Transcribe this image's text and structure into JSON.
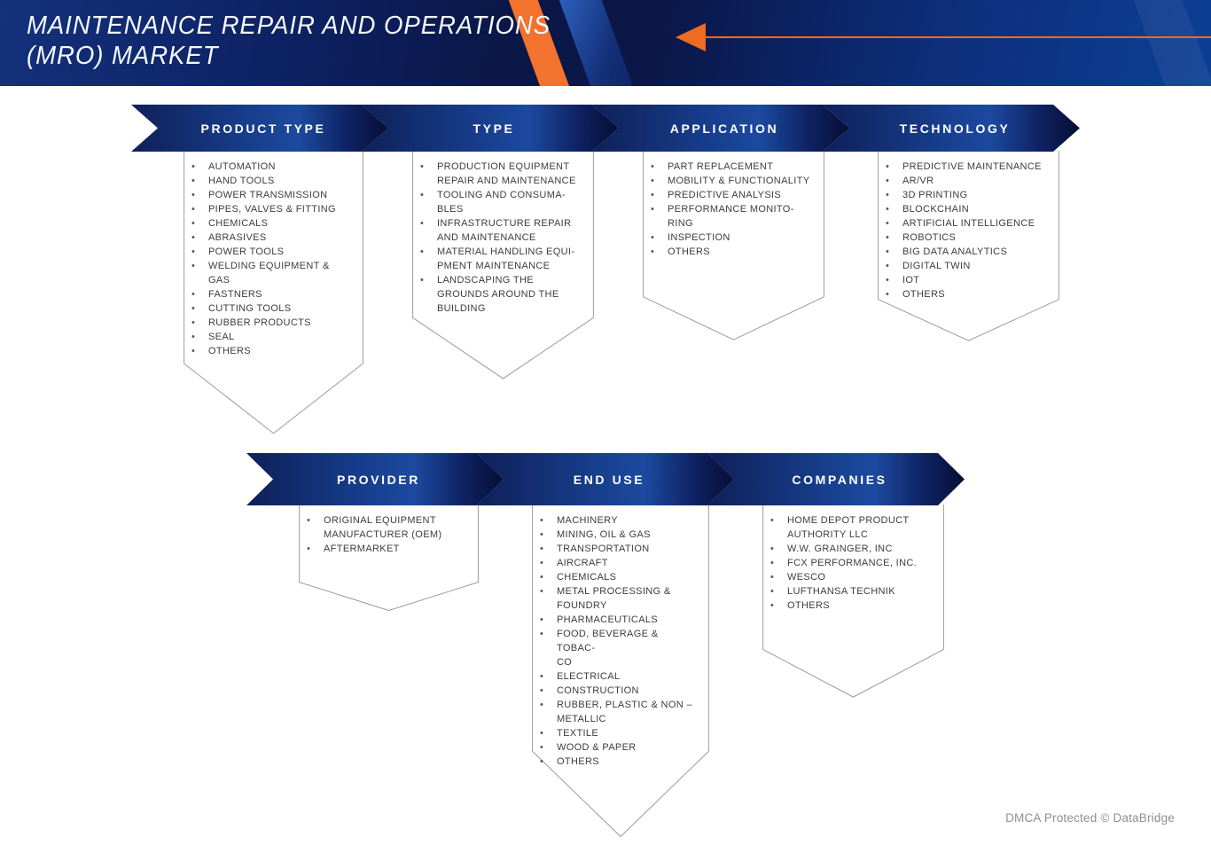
{
  "header": {
    "title": "MAINTENANCE REPAIR AND OPERATIONS\n(MRO) MARKET",
    "accent_color": "#ee6b22",
    "navy_color": "#0a1747"
  },
  "segmentation": {
    "row1": [
      {
        "label": "PRODUCT TYPE",
        "items": [
          "AUTOMATION",
          "HAND TOOLS",
          "POWER TRANSMISSION",
          "PIPES, VALVES & FITTING",
          "CHEMICALS",
          "ABRASIVES",
          "POWER TOOLS",
          "WELDING EQUIPMENT &\nGAS",
          "FASTNERS",
          "CUTTING TOOLS",
          "RUBBER PRODUCTS",
          "SEAL",
          "OTHERS"
        ]
      },
      {
        "label": "TYPE",
        "items": [
          "PRODUCTION EQUIPMENT\nREPAIR AND MAINTENANCE",
          "TOOLING AND CONSUMA-\nBLES",
          "INFRASTRUCTURE REPAIR\nAND MAINTENANCE",
          "MATERIAL HANDLING EQUI-\nPMENT MAINTENANCE",
          "LANDSCAPING THE\nGROUNDS AROUND THE\nBUILDING"
        ]
      },
      {
        "label": "APPLICATION",
        "items": [
          "PART REPLACEMENT",
          "MOBILITY & FUNCTIONALITY",
          "PREDICTIVE ANALYSIS",
          "PERFORMANCE MONITO-\nRING",
          "INSPECTION",
          "OTHERS"
        ]
      },
      {
        "label": "TECHNOLOGY",
        "items": [
          "PREDICTIVE MAINTENANCE",
          "AR/VR",
          "3D PRINTING",
          "BLOCKCHAIN",
          "ARTIFICIAL INTELLIGENCE",
          "ROBOTICS",
          "BIG DATA ANALYTICS",
          "DIGITAL TWIN",
          "IOT",
          "OTHERS"
        ]
      }
    ],
    "row2": [
      {
        "label": "PROVIDER",
        "items": [
          "ORIGINAL EQUIPMENT\nMANUFACTURER (OEM)",
          "AFTERMARKET"
        ]
      },
      {
        "label": "END USE",
        "items": [
          "MACHINERY",
          "MINING, OIL & GAS",
          "TRANSPORTATION",
          "AIRCRAFT",
          "CHEMICALS",
          "METAL PROCESSING &\nFOUNDRY",
          "PHARMACEUTICALS",
          "FOOD, BEVERAGE & TOBAC-\nCO",
          "ELECTRICAL",
          "CONSTRUCTION",
          "RUBBER, PLASTIC & NON –\nMETALLIC",
          "TEXTILE",
          "WOOD & PAPER",
          "OTHERS"
        ]
      },
      {
        "label": "COMPANIES",
        "items": [
          "HOME DEPOT PRODUCT\nAUTHORITY LLC",
          "W.W. GRAINGER, INC",
          "FCX PERFORMANCE, INC.",
          "WESCO",
          "LUFTHANSA TECHNIK",
          "OTHERS"
        ]
      }
    ]
  },
  "footer": {
    "dmca": "DMCA Protected © DataBridge"
  },
  "bullet_glyph": "•"
}
